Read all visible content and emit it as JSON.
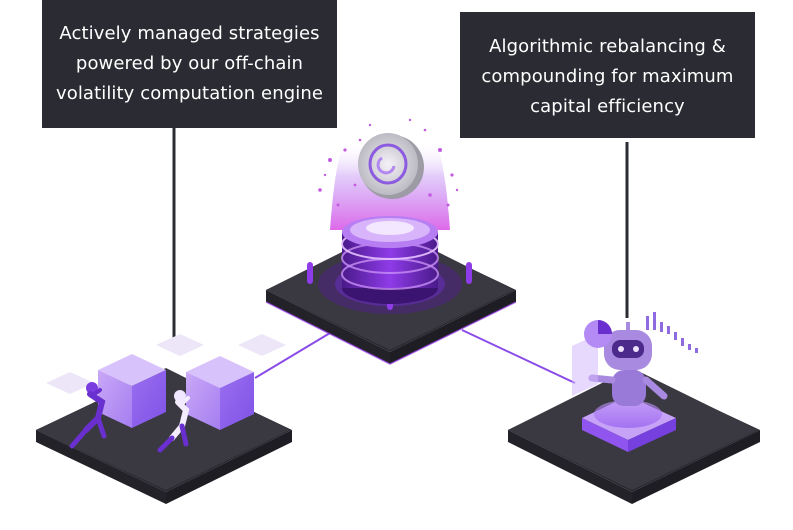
{
  "callouts": {
    "left": {
      "lines": [
        "Actively managed strategies",
        "powered by our off-chain",
        "volatility computation engine"
      ]
    },
    "right": {
      "lines": [
        "Algorithmic rebalancing &",
        "compounding for maximum",
        "capital efficiency"
      ]
    }
  },
  "colors": {
    "callout_background": "#2b2c33",
    "callout_text": "#ffffff",
    "platform_top": "#3a3840",
    "platform_side": "#2a2930",
    "accent_purple": "#9a3cf0",
    "cube_purple": "#b58af5",
    "glow_pink": "#e05ae8"
  },
  "icons": [
    "vault-token-icon",
    "server-cylinder-icon",
    "pushing-people-icon",
    "robot-icon",
    "bar-chart-icon",
    "pie-chart-icon"
  ]
}
